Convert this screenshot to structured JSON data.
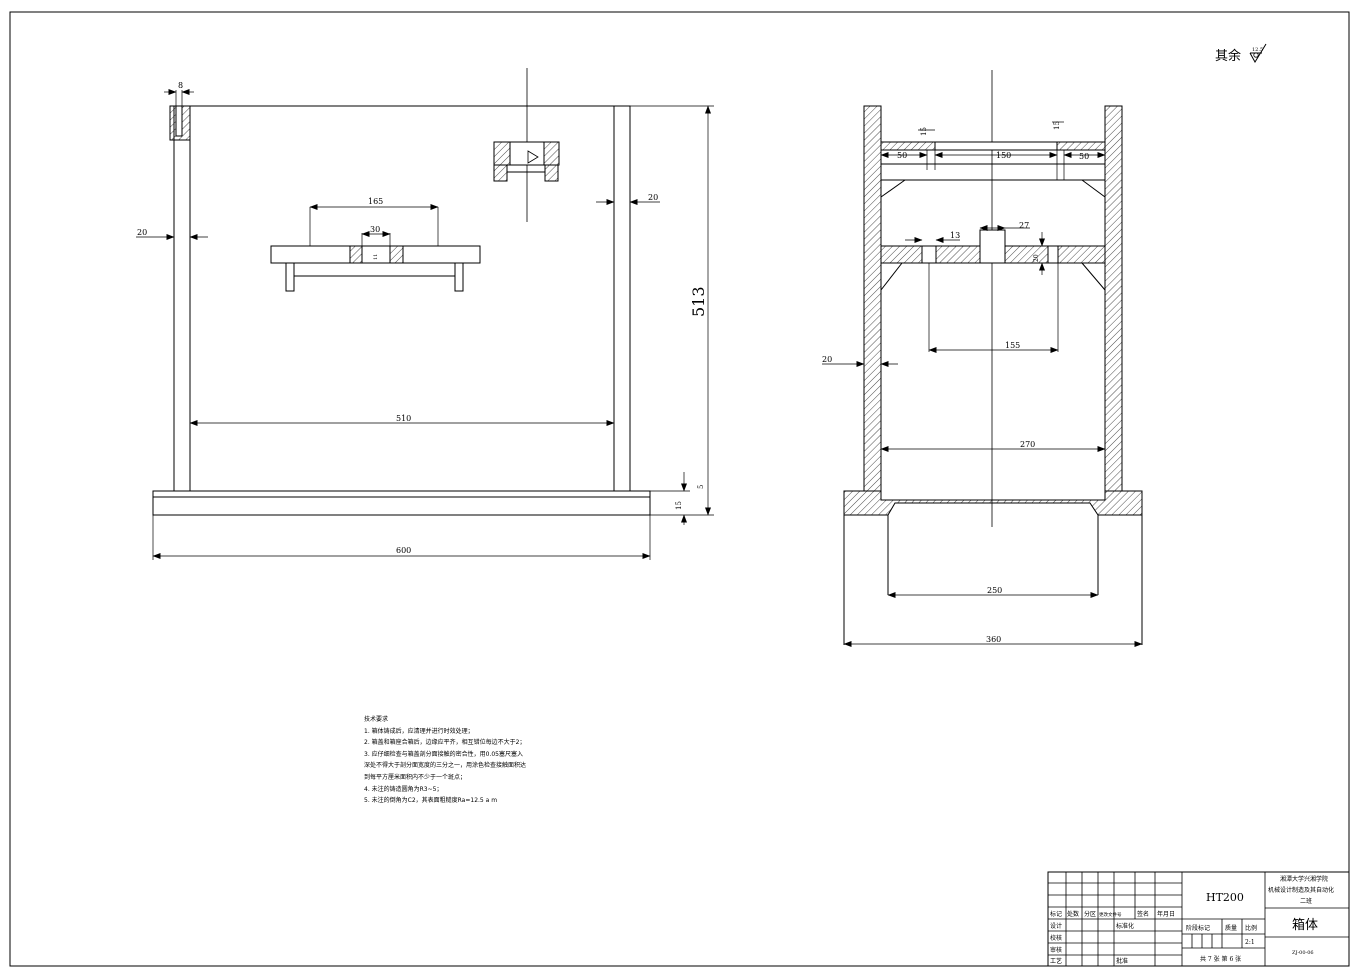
{
  "surface_note": {
    "label": "其余",
    "roughness": "12.5"
  },
  "front_view": {
    "dims": {
      "wall_top": "8",
      "wall_left": "20",
      "wall_right": "20",
      "inner_width": "510",
      "overall_width": "600",
      "height": "513",
      "base_thickness": "15",
      "base_step": "5",
      "plate_width": "165",
      "plate_slot": "30",
      "slot_depth": "11"
    }
  },
  "side_view": {
    "dims": {
      "top_depth": "15",
      "top_depth_right": "15",
      "left_ledge": "50",
      "slot_width": "150",
      "right_ledge": "50",
      "mid_left": "13",
      "mid_slot": "27",
      "mid_depth": "20",
      "mid_span": "155",
      "wall": "20",
      "inner_width": "270",
      "base_opening": "250",
      "overall_width": "360"
    }
  },
  "notes": {
    "title": "技术要求",
    "items": [
      "1. 箱体铸成后，应清理并进行时效处理；",
      "2. 箱盖和箱座合箱后，边缘应平齐，相互错位每边不大于2；",
      "3. 应仔细检查与箱盖剖分面接触的密合性，用0.05塞尺塞入",
      "深处不得大于剖分面宽度的三分之一，用涂色检查接触面积达",
      "到每平方厘米面积内不少于一个斑点；",
      "4. 未注的铸造圆角为R3~5；",
      "5. 未注的倒角为C2，其表面粗糙度Ra=12.5 a m"
    ]
  },
  "title_block": {
    "material": "HT200",
    "institution": [
      "湘潭大学兴湘学院",
      "机械设计制造及其自动化",
      "二班"
    ],
    "part_name": "箱体",
    "drawing_no": "ZJ-00-06",
    "scale_label": "比例",
    "scale_value": "2:1",
    "stage_mark_label": "阶段标记",
    "weight_label": "质量",
    "sheets": "共 7 张  第 6 张",
    "headers": [
      "标记",
      "处数",
      "分区",
      "更改文件号",
      "签名",
      "年月日"
    ],
    "rows": {
      "design": "设计",
      "standardize": "标准化",
      "check": "审核",
      "review": "校核",
      "process": "工艺",
      "approve": "批准"
    }
  }
}
